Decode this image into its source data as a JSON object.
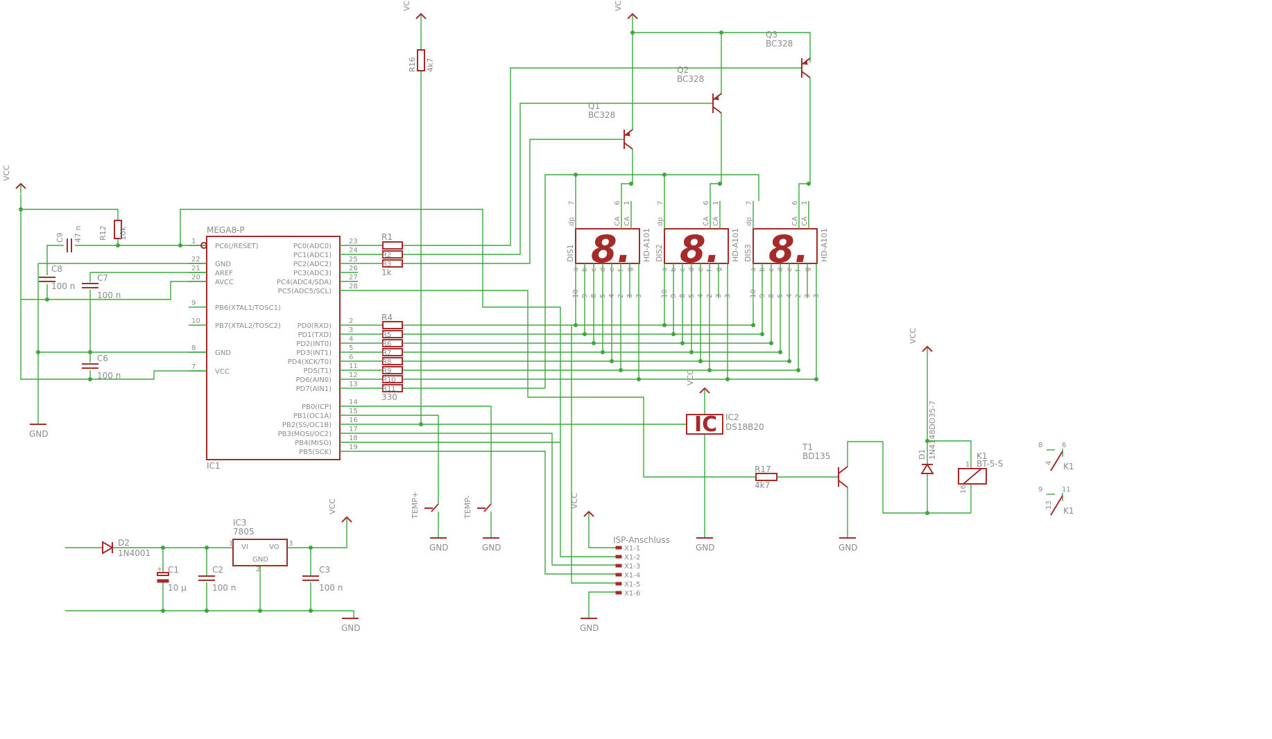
{
  "parts": {
    "ic1": {
      "type": "MEGA8-P",
      "name": "IC1",
      "left_pins": [
        {
          "num": "1",
          "name": "PC6(/RESET)"
        },
        {
          "num": "22",
          "name": "GND"
        },
        {
          "num": "21",
          "name": "AREF"
        },
        {
          "num": "20",
          "name": "AVCC"
        },
        {
          "num": "9",
          "name": "PB6(XTAL1/TOSC1)"
        },
        {
          "num": "10",
          "name": "PB7(XTAL2/TOSC2)"
        },
        {
          "num": "8",
          "name": "GND"
        },
        {
          "num": "7",
          "name": "VCC"
        }
      ],
      "right_pins": [
        {
          "num": "23",
          "name": "PC0(ADC0)"
        },
        {
          "num": "24",
          "name": "PC1(ADC1)"
        },
        {
          "num": "25",
          "name": "PC2(ADC2)"
        },
        {
          "num": "26",
          "name": "PC3(ADC3)"
        },
        {
          "num": "27",
          "name": "PC4(ADC4/SDA)"
        },
        {
          "num": "28",
          "name": "PC5(ADC5/SCL)"
        },
        {
          "num": "2",
          "name": "PD0(RXD)"
        },
        {
          "num": "3",
          "name": "PD1(TXD)"
        },
        {
          "num": "4",
          "name": "PD2(INT0)"
        },
        {
          "num": "5",
          "name": "PD3(INT1)"
        },
        {
          "num": "6",
          "name": "PD4(XCK/T0)"
        },
        {
          "num": "11",
          "name": "PD5(T1)"
        },
        {
          "num": "12",
          "name": "PD6(AIN0)"
        },
        {
          "num": "13",
          "name": "PD7(AIN1)"
        },
        {
          "num": "14",
          "name": "PB0(ICP)"
        },
        {
          "num": "15",
          "name": "PB1(OC1A)"
        },
        {
          "num": "16",
          "name": "PB2(SS/OC1B)"
        },
        {
          "num": "17",
          "name": "PB3(MOSI/OC2)"
        },
        {
          "num": "18",
          "name": "PB4(MISO)"
        },
        {
          "num": "19",
          "name": "PB5(SCK)"
        }
      ]
    },
    "r1": {
      "name": "R1",
      "value": "1k",
      "sub": [
        "R2",
        "R3"
      ]
    },
    "r4": {
      "name": "R4",
      "value": "330",
      "sub": [
        "R5",
        "R6",
        "R7",
        "R8",
        "R9",
        "R10",
        "R11"
      ]
    },
    "c9": {
      "name": "C9",
      "value": "47 n"
    },
    "r12": {
      "name": "R12",
      "value": "10k"
    },
    "c8": {
      "name": "C8",
      "value": "100 n"
    },
    "c7": {
      "name": "C7",
      "value": "100 n"
    },
    "c6": {
      "name": "C6",
      "value": "100 n"
    },
    "r16": {
      "name": "R16",
      "value": "4k7"
    },
    "q1": {
      "name": "Q1",
      "value": "BC328"
    },
    "q2": {
      "name": "Q2",
      "value": "BC328"
    },
    "q3": {
      "name": "Q3",
      "value": "BC328"
    },
    "displays": [
      {
        "name": "DIS1",
        "value": "HD-A101"
      },
      {
        "name": "DIS2",
        "value": "HD-A101"
      },
      {
        "name": "DIS3",
        "value": "HD-A101"
      }
    ],
    "display_glyph": "8.",
    "display_top_pins": [
      "7",
      "6",
      "1"
    ],
    "display_top_names": [
      "dp",
      "CA",
      "CA"
    ],
    "display_bottom_names": [
      "a",
      "b",
      "c",
      "d",
      "e",
      "f",
      "g"
    ],
    "display_bottom_pins": [
      "10",
      "9",
      "8",
      "5",
      "4",
      "2",
      "3"
    ],
    "ic2": {
      "name": "IC2",
      "value": "DS18B20",
      "glyph": "IC"
    },
    "r17": {
      "name": "R17",
      "value": "4k7"
    },
    "t1": {
      "name": "T1",
      "value": "BD135"
    },
    "d1": {
      "name": "D1",
      "value": "1N4148DO35-7"
    },
    "k1": {
      "name": "K1",
      "value": "BT-5-S",
      "pin_a": "1",
      "pin_b": "16",
      "contacts": [
        "8",
        "6",
        "4",
        "9",
        "11",
        "13"
      ],
      "contact_label": "K1"
    },
    "ic3": {
      "name": "IC3",
      "value": "7805",
      "vi": "VI",
      "vo": "VO",
      "gnd": "GND",
      "pin1": "1",
      "pin2": "2",
      "pin3": "3"
    },
    "d2": {
      "name": "D2",
      "value": "1N4001"
    },
    "c1": {
      "name": "C1",
      "value": "10 µ"
    },
    "c2": {
      "name": "C2",
      "value": "100 n"
    },
    "c3": {
      "name": "C3",
      "value": "100 n"
    },
    "temp_plus": {
      "name": "TEMP+"
    },
    "temp_minus": {
      "name": "TEMP-"
    },
    "isp": {
      "name": "ISP-Anschluss",
      "pins": [
        "X1-1",
        "X1-2",
        "X1-3",
        "X1-4",
        "X1-5",
        "X1-6"
      ]
    }
  },
  "supplies": {
    "vcc": "VCC",
    "gnd": "GND"
  }
}
